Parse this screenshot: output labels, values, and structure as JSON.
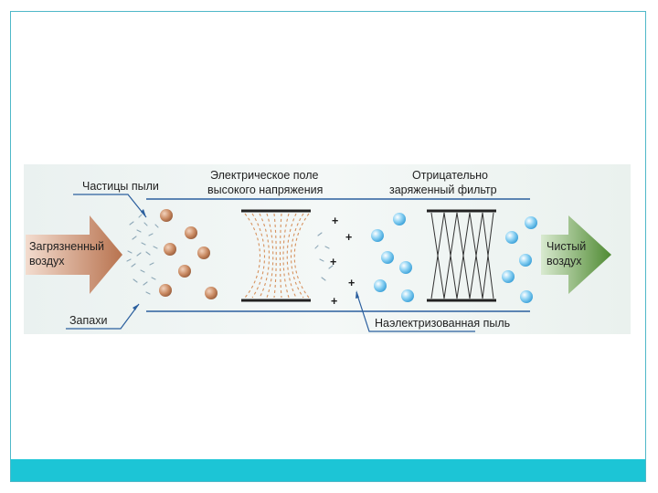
{
  "labels": {
    "dust_particles": "Частицы пыли",
    "field_line1": "Электрическое поле",
    "field_line2": "высокого напряжения",
    "filter_line1": "Отрицательно",
    "filter_line2": "заряженный фильтр",
    "dirty_line1": "Загрязненный",
    "dirty_line2": "воздух",
    "clean_line1": "Чистый",
    "clean_line2": "воздух",
    "odors": "Запахи",
    "charged_dust": "Наэлектризованная пыль",
    "plus": "+"
  },
  "colors": {
    "accent_bar": "#1cc5d6",
    "frame": "#4fb8c8",
    "channel_line": "#2b5f9e",
    "dirty_arrow": "#c98a6a",
    "clean_arrow": "#5f9a3e",
    "dust_particle": "#c98a62",
    "charged_particle": "#4ab3e6"
  }
}
